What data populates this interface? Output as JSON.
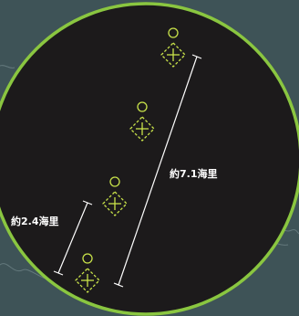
{
  "colors": {
    "sea_background": "#3e5357",
    "circle_fill": "#1c1a1b",
    "circle_border": "#8ac640",
    "marker": "#c9e34a",
    "measure_line": "#ffffff",
    "label_text": "#ffffff",
    "coast_line": "#6d8286"
  },
  "map": {
    "markers": [
      {
        "name": "marker-1",
        "icon": "diamond-crosshair-with-circle"
      },
      {
        "name": "marker-2",
        "icon": "diamond-crosshair-with-circle"
      },
      {
        "name": "marker-3",
        "icon": "diamond-crosshair-with-circle"
      },
      {
        "name": "marker-4",
        "icon": "diamond-crosshair-with-circle"
      }
    ],
    "measurements": {
      "short_label": "約2.4海里",
      "long_label": "約7.1海里"
    }
  }
}
